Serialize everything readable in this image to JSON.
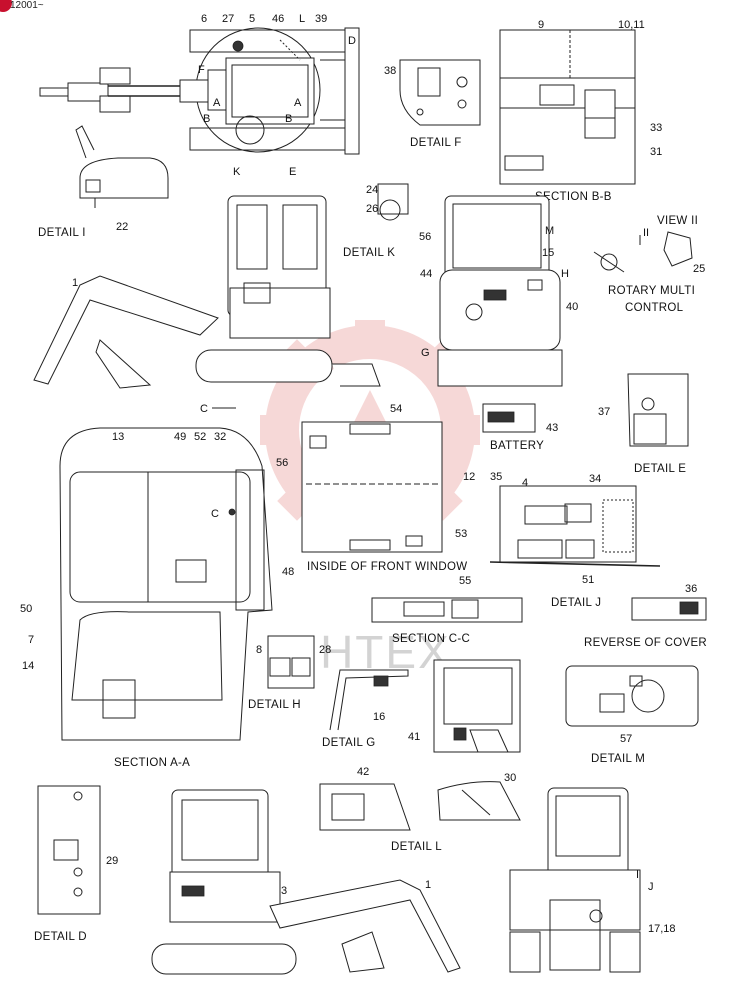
{
  "header": {
    "ref_code": "12001~"
  },
  "watermark": {
    "text": "ИНТЕХ",
    "color": "#d9534f"
  },
  "captions": {
    "detail_i": "DETAIL I",
    "detail_f": "DETAIL F",
    "section_bb": "SECTION B-B",
    "detail_k": "DETAIL K",
    "view_ii": "VIEW II",
    "view_ii_mark": "II",
    "rotary_1": "ROTARY MULTI",
    "rotary_2": "CONTROL",
    "battery": "BATTERY",
    "detail_e": "DETAIL E",
    "inside_front": "INSIDE OF FRONT WINDOW",
    "detail_j": "DETAIL J",
    "section_cc": "SECTION C-C",
    "reverse_cover": "REVERSE OF COVER",
    "detail_h": "DETAIL H",
    "detail_g": "DETAIL G",
    "detail_m": "DETAIL M",
    "section_aa": "SECTION A-A",
    "detail_l": "DETAIL L",
    "detail_d": "DETAIL D",
    "c_arrow": "C",
    "c_arrow2": "C"
  },
  "callouts": {
    "n1a": "1",
    "n1b": "1",
    "n3": "3",
    "n4": "4",
    "n5": "5",
    "n6": "6",
    "n7": "7",
    "n8": "8",
    "n9": "9",
    "n1011": "10,11",
    "n12": "12",
    "n13": "13",
    "n14": "14",
    "n15": "15",
    "n16": "16",
    "n1718": "17,18",
    "n22": "22",
    "n24": "24",
    "n25": "25",
    "n26": "26",
    "n27": "27",
    "n28": "28",
    "n29": "29",
    "n30": "30",
    "n31": "31",
    "n32": "32",
    "n33": "33",
    "n34": "34",
    "n35": "35",
    "n36": "36",
    "n37": "37",
    "n38": "38",
    "n39": "39",
    "n40": "40",
    "n41": "41",
    "n42": "42",
    "n43": "43",
    "n44": "44",
    "n46": "46",
    "n48": "48",
    "n49": "49",
    "n50": "50",
    "n51": "51",
    "n52": "52",
    "n53": "53",
    "n54": "54",
    "n55": "55",
    "n56a": "56",
    "n56b": "56",
    "n57": "57"
  },
  "letters": {
    "A1": "A",
    "A2": "A",
    "B1": "B",
    "B2": "B",
    "D": "D",
    "E": "E",
    "F": "F",
    "K": "K",
    "L": "L",
    "M": "M",
    "H": "H",
    "G": "G",
    "I": "I",
    "J": "J"
  }
}
